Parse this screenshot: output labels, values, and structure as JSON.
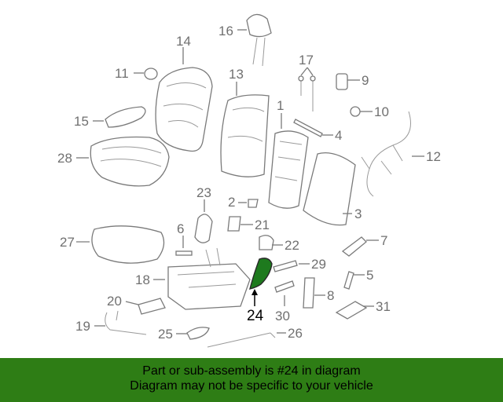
{
  "callouts": {
    "c1": "1",
    "c2": "2",
    "c3": "3",
    "c4": "4",
    "c5": "5",
    "c6": "6",
    "c7": "7",
    "c8": "8",
    "c9": "9",
    "c10": "10",
    "c11": "11",
    "c12": "12",
    "c13": "13",
    "c14": "14",
    "c15": "15",
    "c16": "16",
    "c17": "17",
    "c18": "18",
    "c19": "19",
    "c20": "20",
    "c21": "21",
    "c22": "22",
    "c23": "23",
    "c24": "24",
    "c25": "25",
    "c26": "26",
    "c27": "27",
    "c28": "28",
    "c29": "29",
    "c30": "30",
    "c31": "31"
  },
  "highlight_part": "24",
  "colors": {
    "highlight": "#1e7a1e",
    "footer_bg": "#2e7d15",
    "lines": "#7a7a7a"
  },
  "footer": {
    "line1": "Part or sub-assembly is #24 in diagram",
    "line2": "Diagram may not be specific to your vehicle"
  }
}
